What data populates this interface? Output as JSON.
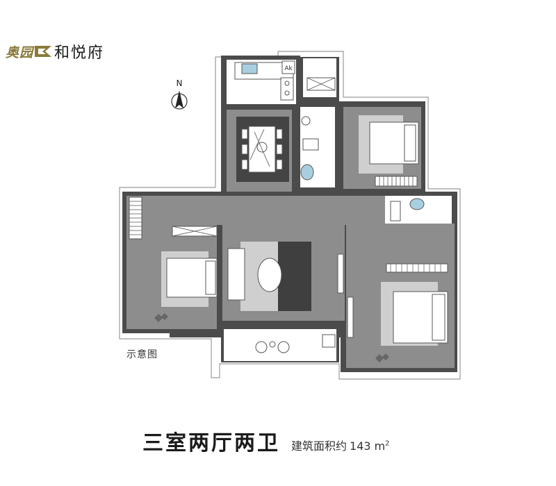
{
  "brand": {
    "name": "奥园",
    "project": "和悦府"
  },
  "compass": {
    "label": "N"
  },
  "appliance_label": "Ak",
  "caption": "示意图",
  "footer": {
    "layout_title": "三室两厅两卫",
    "area_label": "建筑面积约",
    "area_value": "143",
    "area_unit": "m",
    "area_unit_sup": "2"
  },
  "colors": {
    "wall": "#4b4b4b",
    "floor": "#8d8d8d",
    "rug": "#cfcfcf",
    "dark_rug": "#444444",
    "brand_gold": "#8a7a3a"
  }
}
